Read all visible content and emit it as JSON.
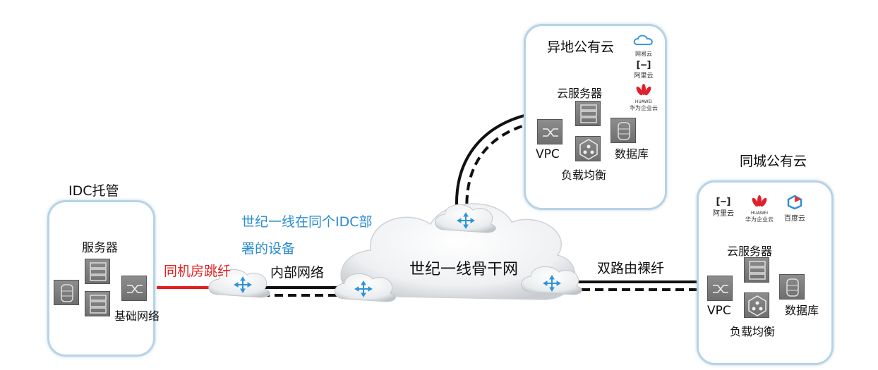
{
  "idc": {
    "title": "IDC托管",
    "server_label": "服务器",
    "network_label": "基础网络"
  },
  "link_red": "同机房跳纤",
  "inner_network": "内部网络",
  "idc_device_text": [
    "世纪一线在同个IDC部",
    "署的设备"
  ],
  "backbone": "世纪一线骨干网",
  "dual_fiber": "双路由裸纤",
  "remote_cloud": {
    "title": "异地公有云",
    "server_label": "云服务器",
    "vpc_label": "VPC",
    "db_label": "数据库",
    "lb_label": "负载均衡",
    "logos": [
      "网易云",
      "阿里云",
      "HUAWEI",
      "华为企业云"
    ]
  },
  "local_cloud": {
    "title": "同城公有云",
    "server_label": "云服务器",
    "vpc_label": "VPC",
    "db_label": "数据库",
    "lb_label": "负载均衡",
    "logos": [
      "阿里云",
      "HUAWEI",
      "华为企业云",
      "百度云"
    ]
  },
  "colors": {
    "router_blue": "#2e93d8",
    "box_border": "#b7d3e6",
    "red_link": "#e21f1f",
    "device_gray": "#7a7a7a"
  }
}
